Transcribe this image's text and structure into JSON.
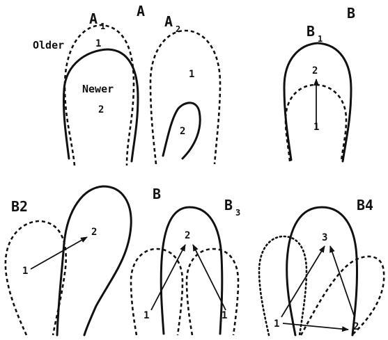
{
  "panels": {
    "A": {
      "title": "A",
      "A1": {
        "base": "A",
        "sub": "1",
        "older_label": "Older",
        "newer_label": "Newer",
        "older_num": "1",
        "newer_num": "2"
      },
      "A2": {
        "base": "A",
        "sub": "2",
        "outer_num": "1",
        "inner_num": "2"
      }
    },
    "B": {
      "title": "B",
      "B1": {
        "base": "B",
        "sub": "1",
        "from_num": "1",
        "to_num": "2"
      }
    },
    "B_lower": {
      "title": "B",
      "B2": {
        "label": "B2",
        "from_num": "1",
        "to_num": "2"
      },
      "B3": {
        "base": "B",
        "sub": "3",
        "top_num": "2",
        "left_num": "1",
        "right_num": "1"
      },
      "B4": {
        "label": "B4",
        "top_num": "3",
        "left_num": "1",
        "right_num": "2"
      }
    }
  },
  "colors": {
    "ink": "#111111",
    "background": "#ffffff"
  }
}
